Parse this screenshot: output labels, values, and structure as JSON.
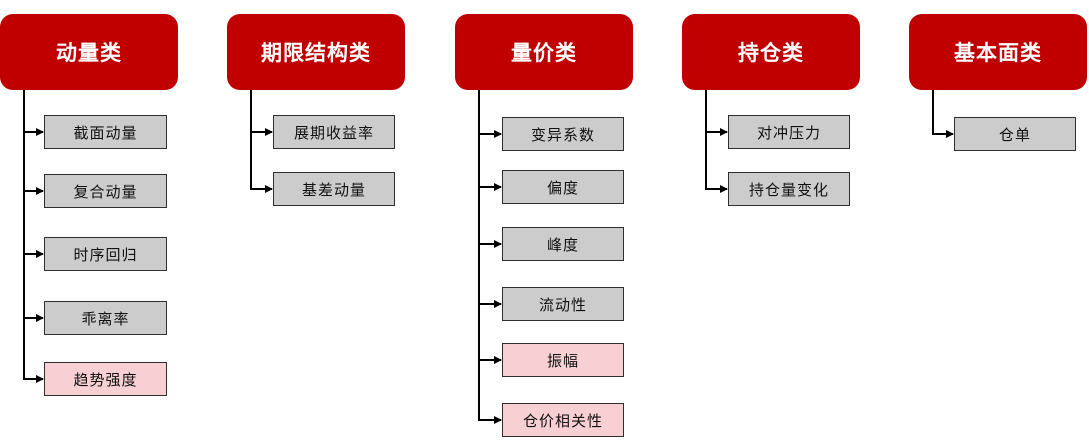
{
  "colors": {
    "header_bg": "#c00000",
    "header_text": "#ffffff",
    "node_gray": "#cccccc",
    "node_pink": "#f8cfd3",
    "connector": "#000000"
  },
  "categories": [
    {
      "label": "动量类",
      "children": [
        {
          "label": "截面动量",
          "style": "gray"
        },
        {
          "label": "复合动量",
          "style": "gray"
        },
        {
          "label": "时序回归",
          "style": "gray"
        },
        {
          "label": "乖离率",
          "style": "gray"
        },
        {
          "label": "趋势强度",
          "style": "pink"
        }
      ]
    },
    {
      "label": "期限结构类",
      "children": [
        {
          "label": "展期收益率",
          "style": "gray"
        },
        {
          "label": "基差动量",
          "style": "gray"
        }
      ]
    },
    {
      "label": "量价类",
      "children": [
        {
          "label": "变异系数",
          "style": "gray"
        },
        {
          "label": "偏度",
          "style": "gray"
        },
        {
          "label": "峰度",
          "style": "gray"
        },
        {
          "label": "流动性",
          "style": "gray"
        },
        {
          "label": "振幅",
          "style": "pink"
        },
        {
          "label": "仓价相关性",
          "style": "pink"
        }
      ]
    },
    {
      "label": "持仓类",
      "children": [
        {
          "label": "对冲压力",
          "style": "gray"
        },
        {
          "label": "持仓量变化",
          "style": "gray"
        }
      ]
    },
    {
      "label": "基本面类",
      "children": [
        {
          "label": "仓单",
          "style": "gray"
        }
      ]
    }
  ]
}
